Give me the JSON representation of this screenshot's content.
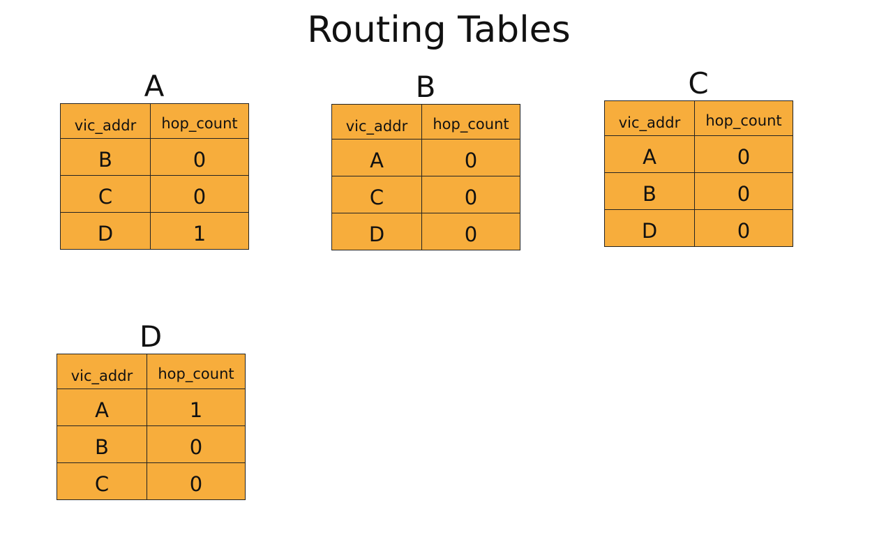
{
  "title": "Routing Tables",
  "tables": [
    {
      "node": "A",
      "columns": [
        "vic_addr",
        "hop_count"
      ],
      "rows": [
        [
          "B",
          "0"
        ],
        [
          "C",
          "0"
        ],
        [
          "D",
          "1"
        ]
      ]
    },
    {
      "node": "B",
      "columns": [
        "vic_addr",
        "hop_count"
      ],
      "rows": [
        [
          "A",
          "0"
        ],
        [
          "C",
          "0"
        ],
        [
          "D",
          "0"
        ]
      ]
    },
    {
      "node": "C",
      "columns": [
        "vic_addr",
        "hop_count"
      ],
      "rows": [
        [
          "A",
          "0"
        ],
        [
          "B",
          "0"
        ],
        [
          "D",
          "0"
        ]
      ]
    },
    {
      "node": "D",
      "columns": [
        "vic_addr",
        "hop_count"
      ],
      "rows": [
        [
          "A",
          "1"
        ],
        [
          "B",
          "0"
        ],
        [
          "C",
          "0"
        ]
      ]
    }
  ]
}
